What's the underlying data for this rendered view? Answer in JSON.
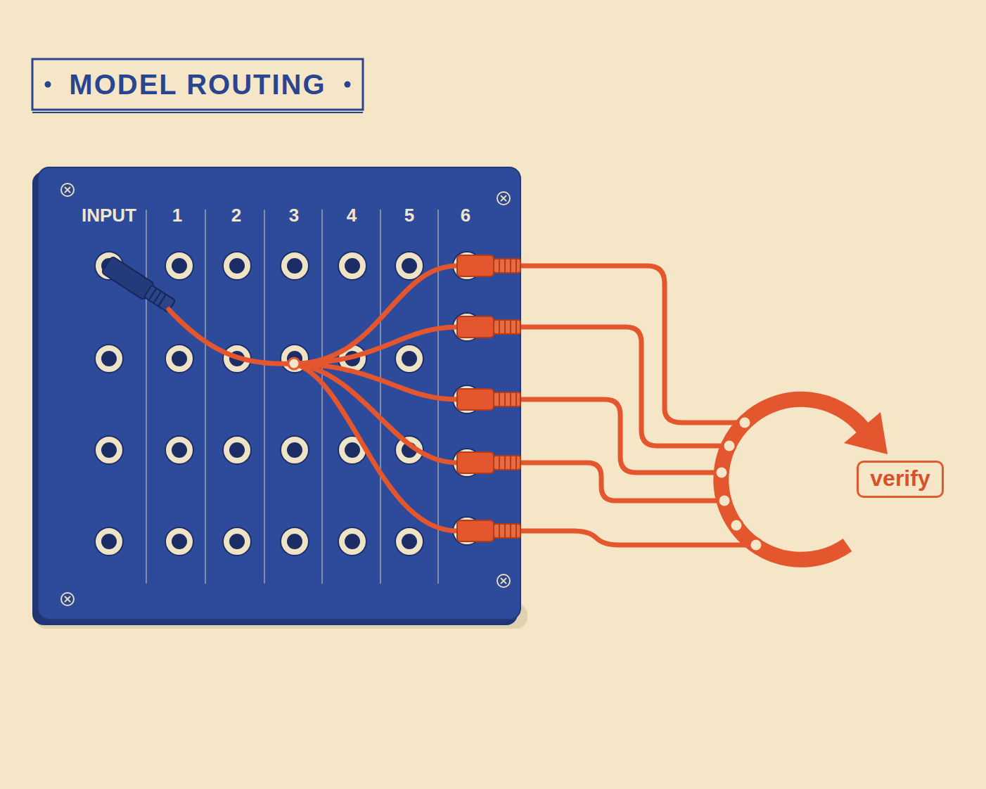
{
  "diagram": {
    "title": "MODEL ROUTING",
    "nodes": [
      {
        "text": [
          "INPUT",
          "1",
          "2",
          "3",
          "4",
          "5",
          "6"
        ]
      },
      {
        "text": [
          "verify"
        ]
      }
    ]
  }
}
